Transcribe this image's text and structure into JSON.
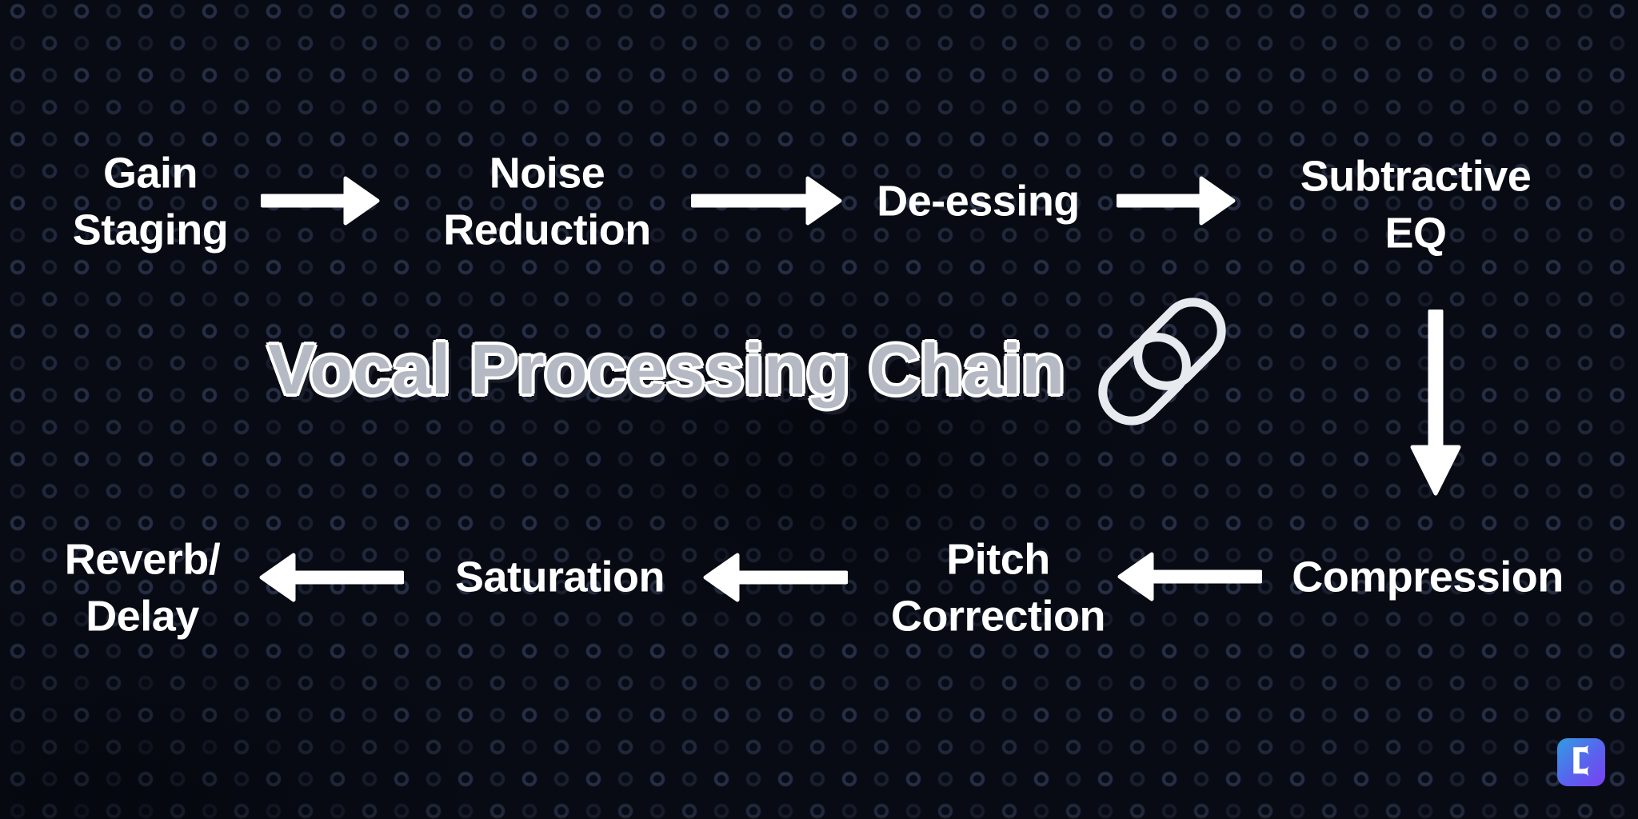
{
  "page": {
    "title": "Vocal Processing Chain",
    "background_color": "#080b14",
    "pattern_ring_color": "#1a2336",
    "label_text_color": "#ffffff",
    "title_fill_color": "#b5b9c3",
    "title_outline_color": "#ffffff",
    "arrow_color": "#ffffff"
  },
  "flow": {
    "steps": [
      {
        "id": "gain-staging",
        "label": "Gain\nStaging"
      },
      {
        "id": "noise-reduction",
        "label": "Noise\nReduction"
      },
      {
        "id": "de-essing",
        "label": "De-essing"
      },
      {
        "id": "subtractive-eq",
        "label": "Subtractive\nEQ"
      },
      {
        "id": "compression",
        "label": "Compression"
      },
      {
        "id": "pitch-correction",
        "label": "Pitch\nCorrection"
      },
      {
        "id": "saturation",
        "label": "Saturation"
      },
      {
        "id": "reverb-delay",
        "label": "Reverb/\nDelay"
      }
    ],
    "connectors": [
      {
        "from": "Gain Staging",
        "to": "Noise Reduction",
        "direction": "right"
      },
      {
        "from": "Noise Reduction",
        "to": "De-essing",
        "direction": "right"
      },
      {
        "from": "De-essing",
        "to": "Subtractive EQ",
        "direction": "right"
      },
      {
        "from": "Subtractive EQ",
        "to": "Compression",
        "direction": "down"
      },
      {
        "from": "Compression",
        "to": "Pitch Correction",
        "direction": "left"
      },
      {
        "from": "Pitch Correction",
        "to": "Saturation",
        "direction": "left"
      },
      {
        "from": "Saturation",
        "to": "Reverb/Delay",
        "direction": "left"
      }
    ]
  },
  "icons": {
    "title_icon": "chain-link-icon",
    "watermark_icon": "c-logo-icon"
  },
  "logo": {
    "letter": "C",
    "gradient": [
      "#2f9de2",
      "#7b3ff2"
    ]
  }
}
